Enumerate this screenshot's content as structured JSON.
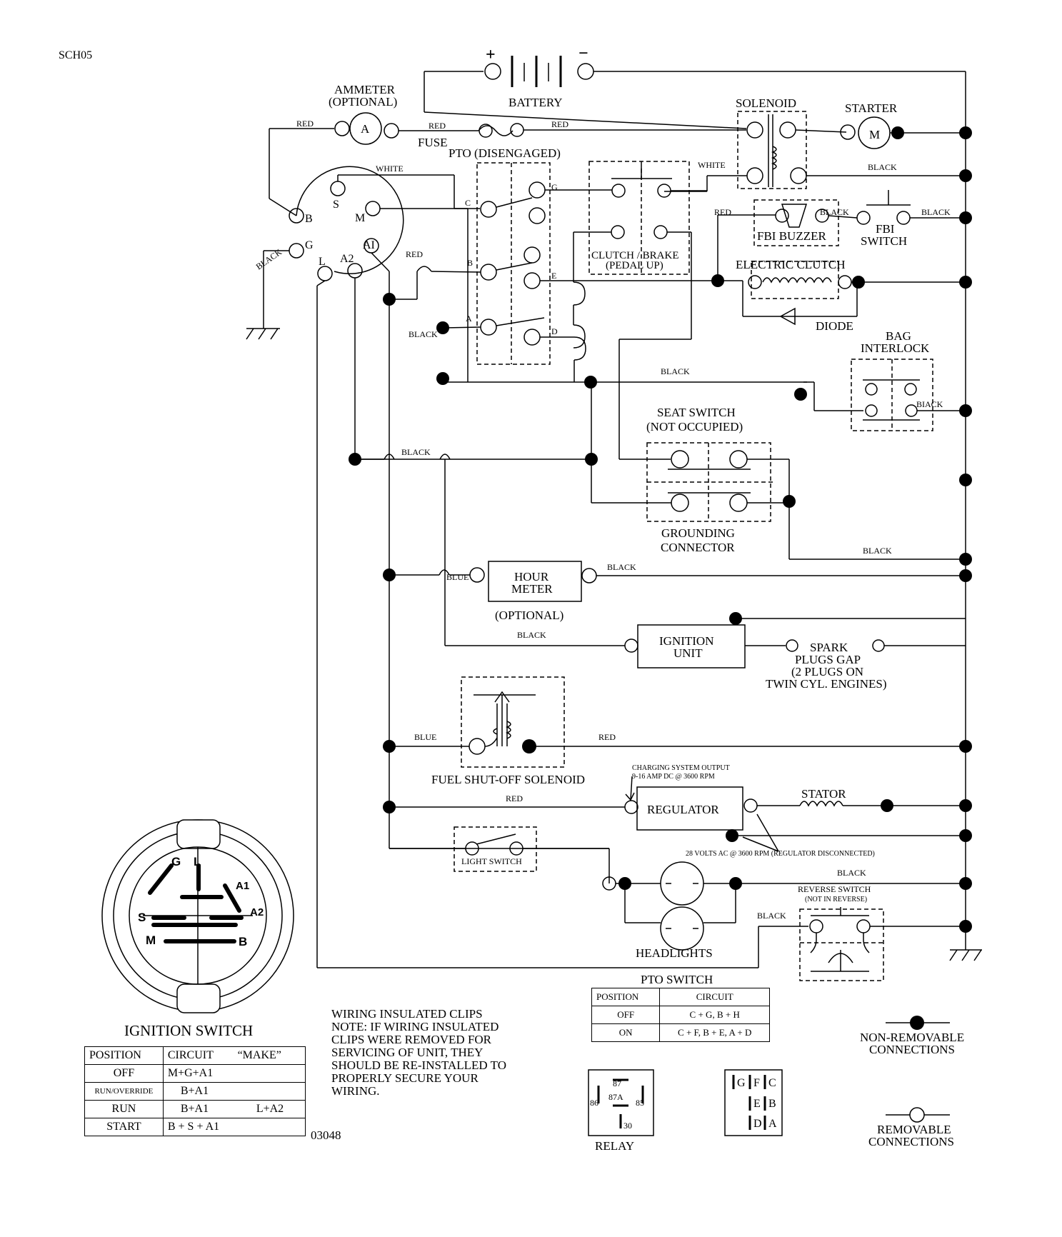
{
  "doc_code": "SCH05",
  "drawing_no": "03048",
  "components": {
    "battery": "BATTERY",
    "battery_pos": "+",
    "battery_neg": "−",
    "ammeter": "AMMETER",
    "ammeter_opt": "(OPTIONAL)",
    "ammeter_symbol": "A",
    "fuse": "FUSE",
    "solenoid": "SOLENOID",
    "starter": "STARTER",
    "starter_symbol": "M",
    "pto": "PTO (DISENGAGED)",
    "clutch_brake_1": "CLUTCH / BRAKE",
    "clutch_brake_2": "(PEDAL UP)",
    "fbi_buzzer": "FBI BUZZER",
    "fbi_switch_1": "FBI",
    "fbi_switch_2": "SWITCH",
    "electric_clutch": "ELECTRIC CLUTCH",
    "diode": "DIODE",
    "bag_interlock_1": "BAG",
    "bag_interlock_2": "INTERLOCK",
    "seat_switch_1": "SEAT SWITCH",
    "seat_switch_2": "(NOT OCCUPIED)",
    "grounding_1": "GROUNDING",
    "grounding_2": "CONNECTOR",
    "hour_meter_1": "HOUR",
    "hour_meter_2": "METER",
    "hour_meter_opt": "(OPTIONAL)",
    "ignition_unit_1": "IGNITION",
    "ignition_unit_2": "UNIT",
    "spark_1": "SPARK",
    "spark_2": "PLUGS GAP",
    "spark_3": "(2 PLUGS ON",
    "spark_4": "TWIN CYL. ENGINES)",
    "fuel_solenoid": "FUEL SHUT-OFF SOLENOID",
    "charging_1": "CHARGING SYSTEM OUTPUT",
    "charging_2": "9-16 AMP DC @ 3600 RPM",
    "regulator": "REGULATOR",
    "stator": "STATOR",
    "volts_ac": "28 VOLTS AC @ 3600 RPM (REGULATOR DISCONNECTED)",
    "light_switch": "LIGHT SWITCH",
    "headlights": "HEADLIGHTS",
    "reverse_1": "REVERSE SWITCH",
    "reverse_2": "(NOT IN REVERSE)"
  },
  "ignition_terminals": {
    "B": "B",
    "S": "S",
    "M": "M",
    "G": "G",
    "L": "L",
    "A2": "A2",
    "A1": "AI"
  },
  "pto_terminals": {
    "C": "C",
    "G": "G",
    "B": "B",
    "E": "E",
    "A": "A",
    "D": "D"
  },
  "wire_colors": {
    "red": "RED",
    "white": "WHITE",
    "black": "BLACK",
    "blue": "BLUE",
    "black_alt": "BIACK"
  },
  "ignition_switch": {
    "title": "IGNITION SWITCH",
    "face_labels": {
      "G": "G",
      "L": "L",
      "A1": "A1",
      "A2": "A2",
      "S": "S",
      "M": "M",
      "B": "B"
    },
    "headers": [
      "POSITION",
      "CIRCUIT",
      "“MAKE”"
    ],
    "rows": [
      {
        "position": "OFF",
        "circuit": "M+G+A1",
        "make": ""
      },
      {
        "position": "RUN/OVERRIDE",
        "circuit": "B+A1",
        "make": ""
      },
      {
        "position": "RUN",
        "circuit": "B+A1",
        "make": "L+A2"
      },
      {
        "position": "START",
        "circuit": "B + S + A1",
        "make": ""
      }
    ]
  },
  "pto_switch": {
    "title": "PTO SWITCH",
    "headers": [
      "POSITION",
      "CIRCUIT"
    ],
    "rows": [
      {
        "position": "OFF",
        "circuit": "C + G, B + H"
      },
      {
        "position": "ON",
        "circuit": "C + F, B + E, A + D"
      }
    ]
  },
  "note": {
    "title": "WIRING INSULATED CLIPS",
    "lines": [
      "NOTE:  IF WIRING INSULATED",
      "CLIPS WERE REMOVED FOR",
      "SERVICING OF UNIT, THEY",
      "SHOULD BE RE-INSTALLED TO",
      "PROPERLY SECURE YOUR",
      "WIRING."
    ]
  },
  "relay": {
    "title": "RELAY",
    "pins": [
      "87",
      "86",
      "87A",
      "85",
      "30"
    ]
  },
  "pto_pins": [
    "G",
    "F",
    "C",
    "E",
    "B",
    "D",
    "A"
  ],
  "legend": {
    "non_removable_1": "NON-REMOVABLE",
    "non_removable_2": "CONNECTIONS",
    "removable_1": "REMOVABLE",
    "removable_2": "CONNECTIONS"
  }
}
